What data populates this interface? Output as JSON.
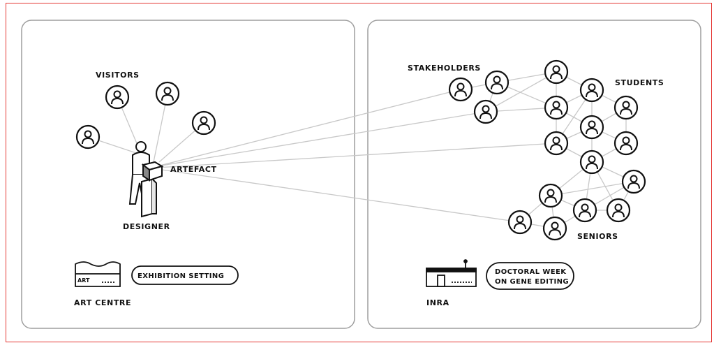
{
  "left_panel": {
    "visitors_label": "VISITORS",
    "artefact_label": "ARTEFACT",
    "designer_label": "DESIGNER",
    "venue_label": "ART CENTRE",
    "venue_sign_text": "ART",
    "setting_label": "EXHIBITION SETTING"
  },
  "right_panel": {
    "stakeholders_label": "STAKEHOLDERS",
    "students_label": "STUDENTS",
    "seniors_label": "SENIORS",
    "venue_label": "INRA",
    "setting_line1": "DOCTORAL WEEK",
    "setting_line2": "ON GENE EDITING"
  },
  "colors": {
    "border": "#e53935",
    "panel_stroke": "#9e9e9e",
    "line": "#c8c8c8",
    "ink": "#111111"
  }
}
